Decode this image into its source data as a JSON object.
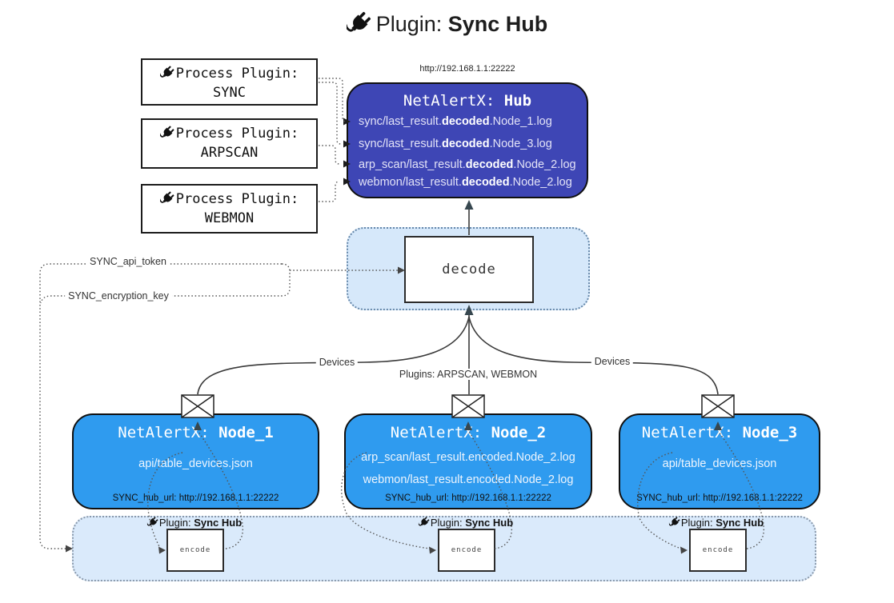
{
  "title": {
    "prefix": "Plugin:",
    "name": "Sync Hub"
  },
  "process_plugins": [
    {
      "label": "Process Plugin:",
      "name": "SYNC"
    },
    {
      "label": "Process Plugin:",
      "name": "ARPSCAN"
    },
    {
      "label": "Process Plugin:",
      "name": "WEBMON"
    }
  ],
  "hub": {
    "url": "http://192.168.1.1:22222",
    "title_prefix": "NetAlertX: ",
    "title_name": "Hub",
    "files": [
      {
        "prefix": "sync/last_result.",
        "bold": "decoded",
        "suffix": ".Node_1.log"
      },
      {
        "prefix": "sync/last_result.",
        "bold": "decoded",
        "suffix": ".Node_3.log"
      },
      {
        "prefix": "arp_scan/last_result.",
        "bold": "decoded",
        "suffix": ".Node_2.log"
      },
      {
        "prefix": "webmon/last_result.",
        "bold": "decoded",
        "suffix": ".Node_2.log"
      }
    ]
  },
  "decode": {
    "label": "decode"
  },
  "keys": {
    "api_token": "SYNC_api_token",
    "encryption_key": "SYNC_encryption_key"
  },
  "edges": {
    "devices_left": "Devices",
    "devices_right": "Devices",
    "plugins_center": "Plugins: ARPSCAN, WEBMON"
  },
  "nodes": [
    {
      "title_prefix": "NetAlertX: ",
      "title_name": "Node_1",
      "files": [
        "api/table_devices.json"
      ],
      "hub_url": "SYNC_hub_url: http://192.168.1.1:22222"
    },
    {
      "title_prefix": "NetAlertX: ",
      "title_name": "Node_2",
      "files": [
        "arp_scan/last_result.encoded.Node_2.log",
        "webmon/last_result.encoded.Node_2.log"
      ],
      "hub_url": "SYNC_hub_url: http://192.168.1.1:22222"
    },
    {
      "title_prefix": "NetAlertX: ",
      "title_name": "Node_3",
      "files": [
        "api/table_devices.json"
      ],
      "hub_url": "SYNC_hub_url: http://192.168.1.1:22222"
    }
  ],
  "band": {
    "plugin_prefix": "Plugin: ",
    "plugin_name": "Sync Hub",
    "encode_label": "encode"
  },
  "icons": {
    "plug": "plug-icon",
    "envelope": "envelope-icon"
  },
  "colors": {
    "hub_bg": "#3E46B5",
    "node_bg": "#2F9BEF",
    "panel_bg": "#D6E8FA",
    "band_bg": "#DAEAFB",
    "box_border": "#101010",
    "arrow": "#37474F",
    "dotted_line": "#555555"
  }
}
